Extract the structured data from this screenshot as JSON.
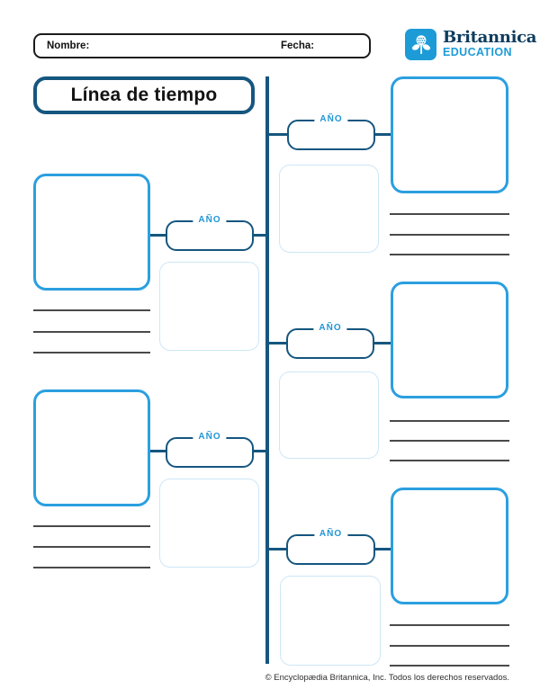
{
  "header": {
    "name_label": "Nombre:",
    "date_label": "Fecha:",
    "brand": {
      "name": "Britannica",
      "division": "EDUCATION",
      "icon": "thistle-logo-icon",
      "icon_bg_color": "#1d9bd7",
      "name_color": "#0d3c5e"
    }
  },
  "title": "Línea de tiempo",
  "timeline": {
    "orientation": "vertical",
    "spine_color": "#15567f",
    "events": [
      {
        "side": "right",
        "year_label": "AÑO"
      },
      {
        "side": "left",
        "year_label": "AÑO"
      },
      {
        "side": "right",
        "year_label": "AÑO"
      },
      {
        "side": "left",
        "year_label": "AÑO"
      },
      {
        "side": "right",
        "year_label": "AÑO"
      }
    ],
    "writing_lines_per_event": 3
  },
  "footer": {
    "copyright": "© Encyclopædia Britannica, Inc. Todos los derechos reservados."
  },
  "colors": {
    "dark_navy": "#15567f",
    "bright_blue": "#2b9fe0",
    "year_label_blue": "#2196d6",
    "light_blue_border": "#cde7f7",
    "writing_line_gray": "#4a4a4a"
  }
}
